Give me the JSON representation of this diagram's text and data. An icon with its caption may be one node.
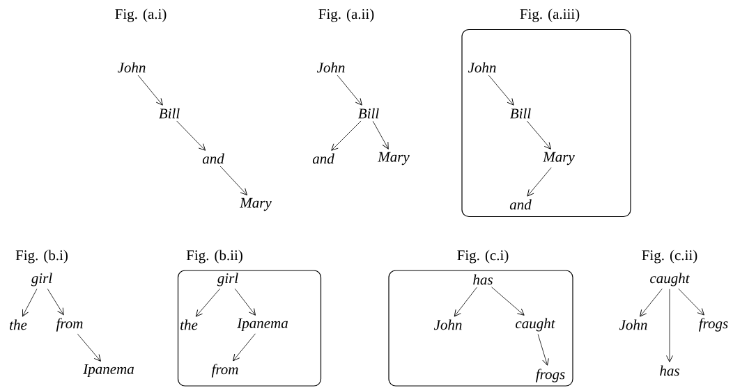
{
  "diagram": {
    "nodes": [
      {
        "text": [
          "John"
        ]
      },
      {
        "text": [
          "Bill"
        ]
      },
      {
        "text": [
          "and"
        ]
      },
      {
        "text": [
          "Mary"
        ]
      },
      {
        "text": [
          "John"
        ]
      },
      {
        "text": [
          "Bill"
        ]
      },
      {
        "text": [
          "and"
        ]
      },
      {
        "text": [
          "Mary"
        ]
      },
      {
        "text": [],
        "shape": "box"
      },
      {
        "text": [
          "John"
        ],
        "in": 8
      },
      {
        "text": [
          "Bill"
        ],
        "in": 8
      },
      {
        "text": [
          "Mary"
        ],
        "in": 8
      },
      {
        "text": [
          "and"
        ],
        "in": 8
      },
      {
        "text": [
          "girl"
        ]
      },
      {
        "text": [
          "the"
        ]
      },
      {
        "text": [
          "from"
        ]
      },
      {
        "text": [
          "Ipanema"
        ]
      },
      {
        "text": [],
        "shape": "box"
      },
      {
        "text": [
          "girl"
        ],
        "in": 17
      },
      {
        "text": [
          "the"
        ],
        "in": 17
      },
      {
        "text": [
          "Ipanema"
        ],
        "in": 17
      },
      {
        "text": [
          "from"
        ],
        "in": 17
      },
      {
        "text": [],
        "shape": "box"
      },
      {
        "text": [
          "has"
        ],
        "in": 22
      },
      {
        "text": [
          "John"
        ],
        "in": 22
      },
      {
        "text": [
          "caught"
        ],
        "in": 22
      },
      {
        "text": [
          "frogs"
        ],
        "in": 22
      },
      {
        "text": [
          "caught"
        ]
      },
      {
        "text": [
          "John"
        ]
      },
      {
        "text": [
          "frogs"
        ]
      },
      {
        "text": [
          "has"
        ]
      }
    ],
    "edges": [
      {
        "from": 0,
        "to": 1,
        "arrow": "to"
      },
      {
        "from": 1,
        "to": 2,
        "arrow": "to"
      },
      {
        "from": 2,
        "to": 3,
        "arrow": "to"
      },
      {
        "from": 4,
        "to": 5,
        "arrow": "to"
      },
      {
        "from": 5,
        "to": 6,
        "arrow": "to"
      },
      {
        "from": 5,
        "to": 7,
        "arrow": "to"
      },
      {
        "from": 9,
        "to": 10,
        "arrow": "to"
      },
      {
        "from": 10,
        "to": 11,
        "arrow": "to"
      },
      {
        "from": 11,
        "to": 12,
        "arrow": "to"
      },
      {
        "from": 13,
        "to": 14,
        "arrow": "to"
      },
      {
        "from": 13,
        "to": 15,
        "arrow": "to"
      },
      {
        "from": 15,
        "to": 16,
        "arrow": "to"
      },
      {
        "from": 18,
        "to": 19,
        "arrow": "to"
      },
      {
        "from": 18,
        "to": 20,
        "arrow": "to"
      },
      {
        "from": 20,
        "to": 21,
        "arrow": "to"
      },
      {
        "from": 23,
        "to": 24,
        "arrow": "to"
      },
      {
        "from": 23,
        "to": 25,
        "arrow": "to"
      },
      {
        "from": 25,
        "to": 26,
        "arrow": "to"
      },
      {
        "from": 27,
        "to": 28,
        "arrow": "to"
      },
      {
        "from": 27,
        "to": 29,
        "arrow": "to"
      },
      {
        "from": 27,
        "to": 30,
        "arrow": "to"
      }
    ],
    "labels": [
      "Fig. (a.i)",
      "Fig. (a.ii)",
      "Fig. (a.iii)",
      "Fig. (b.i)",
      "Fig. (b.ii)",
      "Fig. (c.i)",
      "Fig. (c.ii)"
    ]
  }
}
